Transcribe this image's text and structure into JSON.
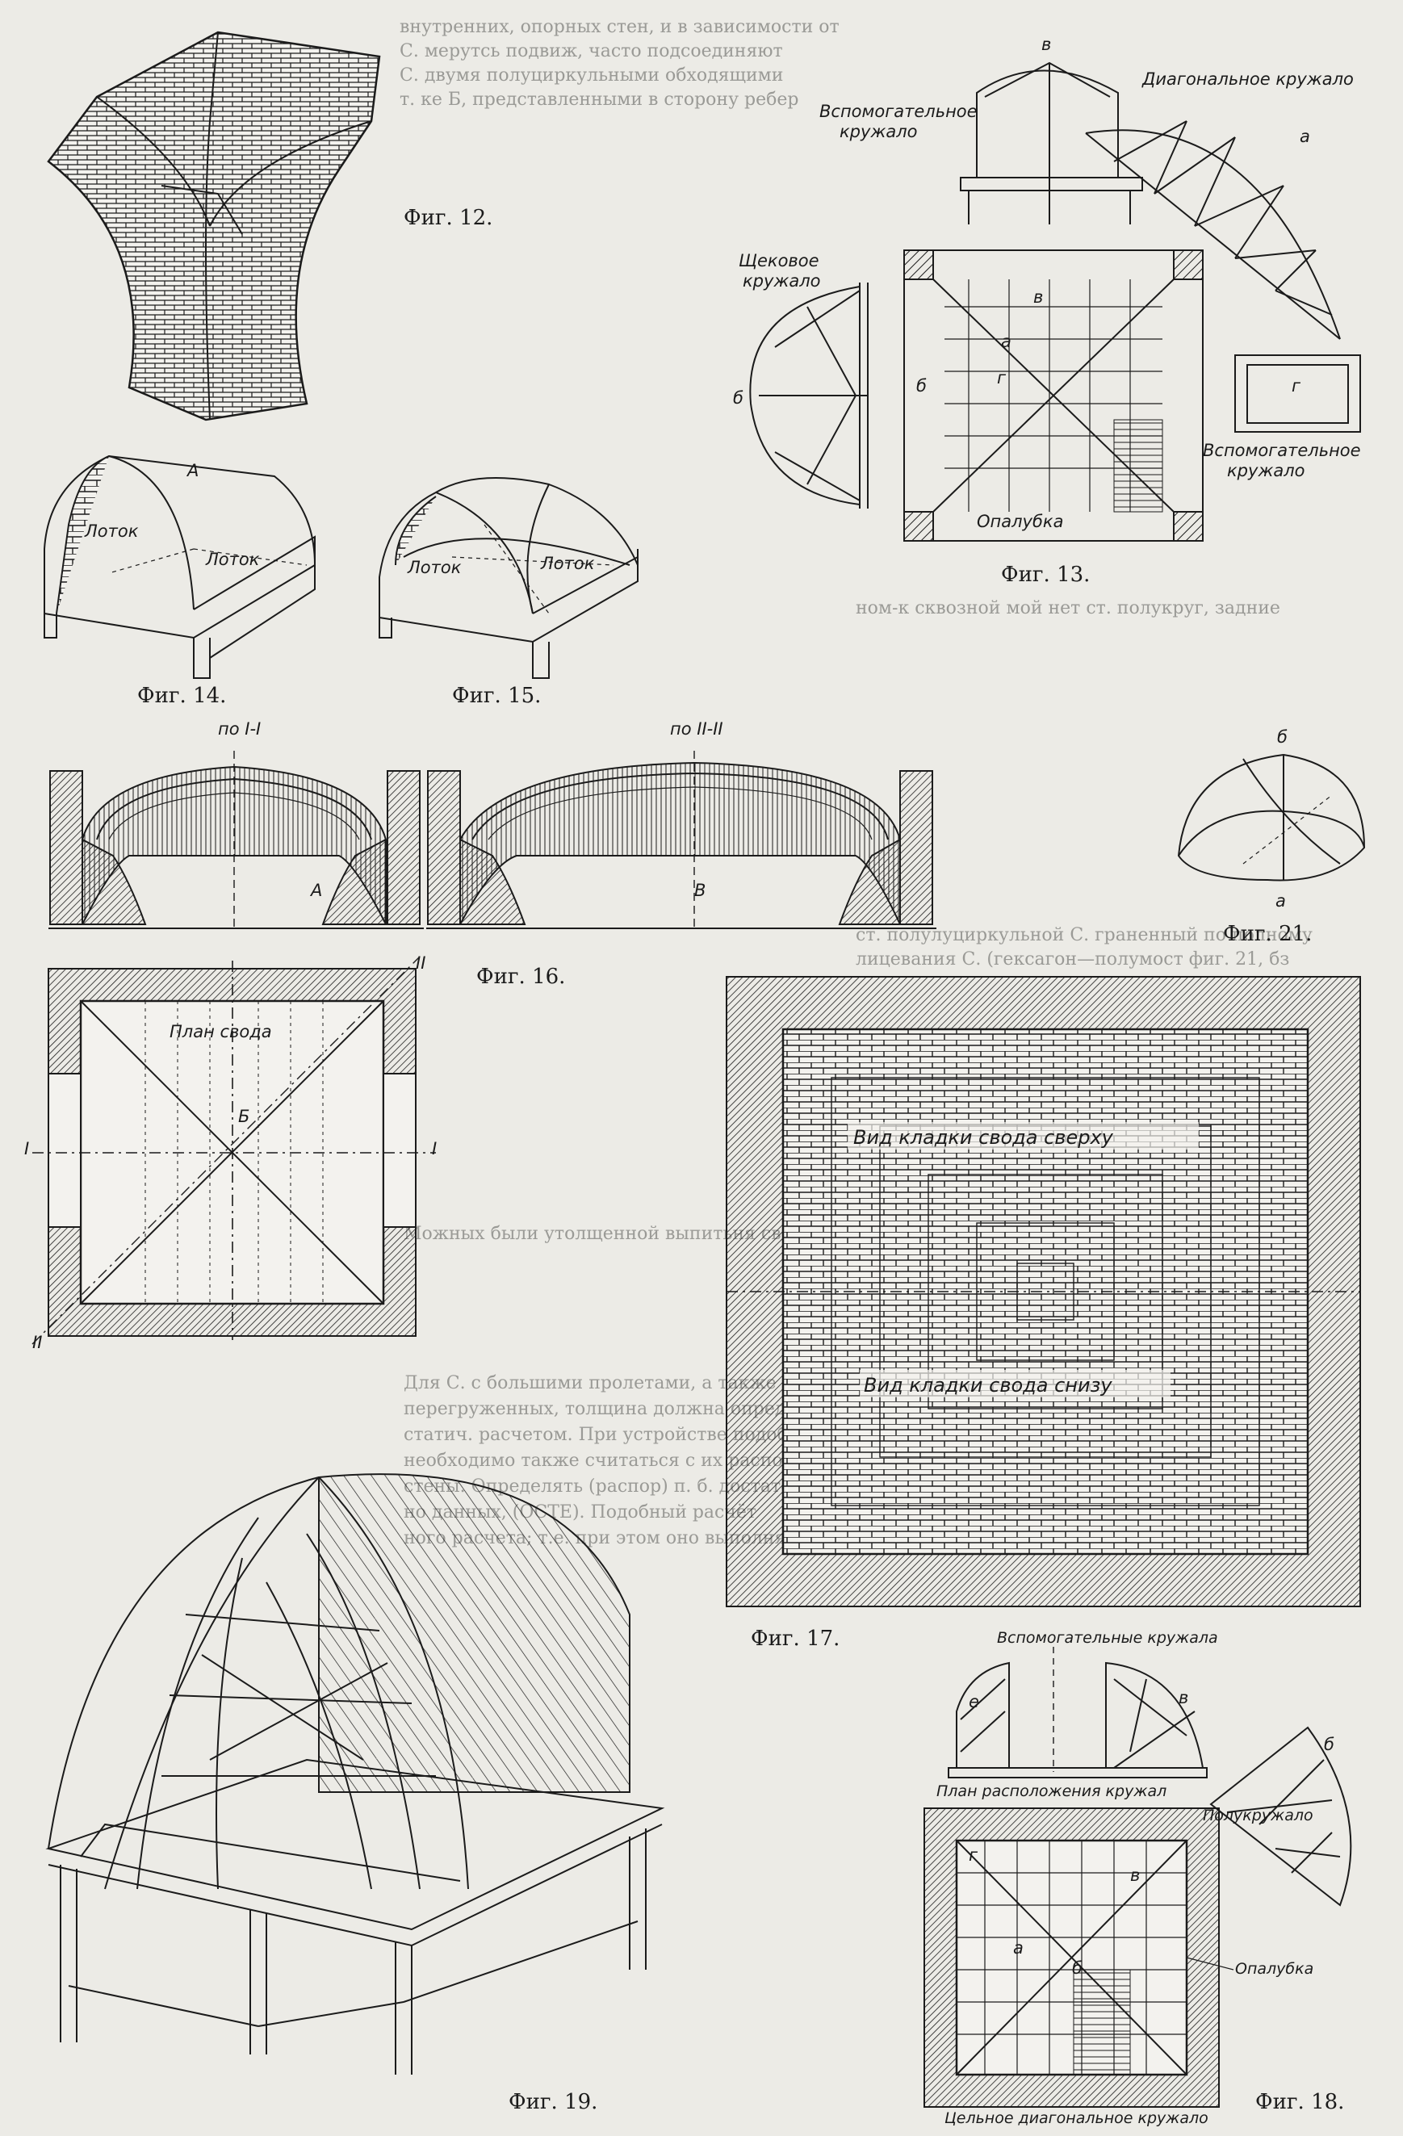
{
  "figures": {
    "fig12": "Фиг. 12.",
    "fig13": "Фиг. 13.",
    "fig14": "Фиг. 14.",
    "fig15": "Фиг. 15.",
    "fig16": "Фиг. 16.",
    "fig17": "Фиг. 17.",
    "fig18": "Фиг. 18.",
    "fig19": "Фиг. 19.",
    "fig21": "Фиг. 21."
  },
  "fig13_labels": {
    "aux_centering_top_1": "Вспомогательное",
    "aux_centering_top_2": "кружало",
    "diagonal_centering": "Диагональное кружало",
    "cheek_centering_1": "Щековое",
    "cheek_centering_2": "кружало",
    "aux_centering_bottom_1": "Вспомогательное",
    "aux_centering_bottom_2": "кружало",
    "formwork": "Опалубка",
    "a": "а",
    "b": "б",
    "v": "в",
    "g": "г"
  },
  "fig14_labels": {
    "tray_left": "Лоток",
    "tray_right": "Лоток",
    "A": "А"
  },
  "fig15_labels": {
    "tray_left": "Лоток",
    "tray_right": "Лоток"
  },
  "fig16_labels": {
    "section_1": "по I-I",
    "section_2": "по II-II",
    "A": "А",
    "B": "В",
    "plan": "План свода",
    "center": "Б",
    "I_left": "I",
    "I_right": "I",
    "II_top": "II",
    "II_bottom": "II"
  },
  "fig17_labels": {
    "top_view": "Вид кладки свода сверху",
    "bottom_view": "Вид кладки свода снизу"
  },
  "fig18_labels": {
    "aux_centerings": "Вспомогательные кружала",
    "plan_layout": "План расположения кружал",
    "half_circle": "Полукружало",
    "formwork": "Опалубка",
    "diagonal_solid": "Цельное диагональное кружало",
    "e": "е",
    "v": "в",
    "b": "б",
    "g": "г",
    "a": "а"
  },
  "fig21_labels": {
    "b": "б",
    "a": "а"
  },
  "background_text": {
    "line1": "внутренних, опорных стен, и в зависимости от",
    "line2": "С. мерутсь подвиж, часто подсоединяют",
    "line3": "С. двумя полуциркульными обходящими",
    "line4": "т. ке Б, представленными в сторону ребер",
    "line5": "ст. полулуциркульной С. граненный по полному",
    "line6": "лицевания С. (гексагон—полумост фиг. 21, бз",
    "line7": "ном-к сквозной мой нет ст. полукруг, задние",
    "line8": "Для С. с большими пролетами, а также сильно",
    "line9": "перегруженных, толщина должна определяться",
    "line10": "статич. расчетом. При устройстве подобных С.",
    "line11": "необходимо также считаться с их распором на",
    "line12": "стены. Определять (распор) п. б. достаточ-",
    "line13": "но данных, (ОСТЕ). Подобный расчёт",
    "line14": "ного расчета; т.е. при этом оно выполняется",
    "line15": "Можных были утолщенной выпитьня сведен"
  }
}
